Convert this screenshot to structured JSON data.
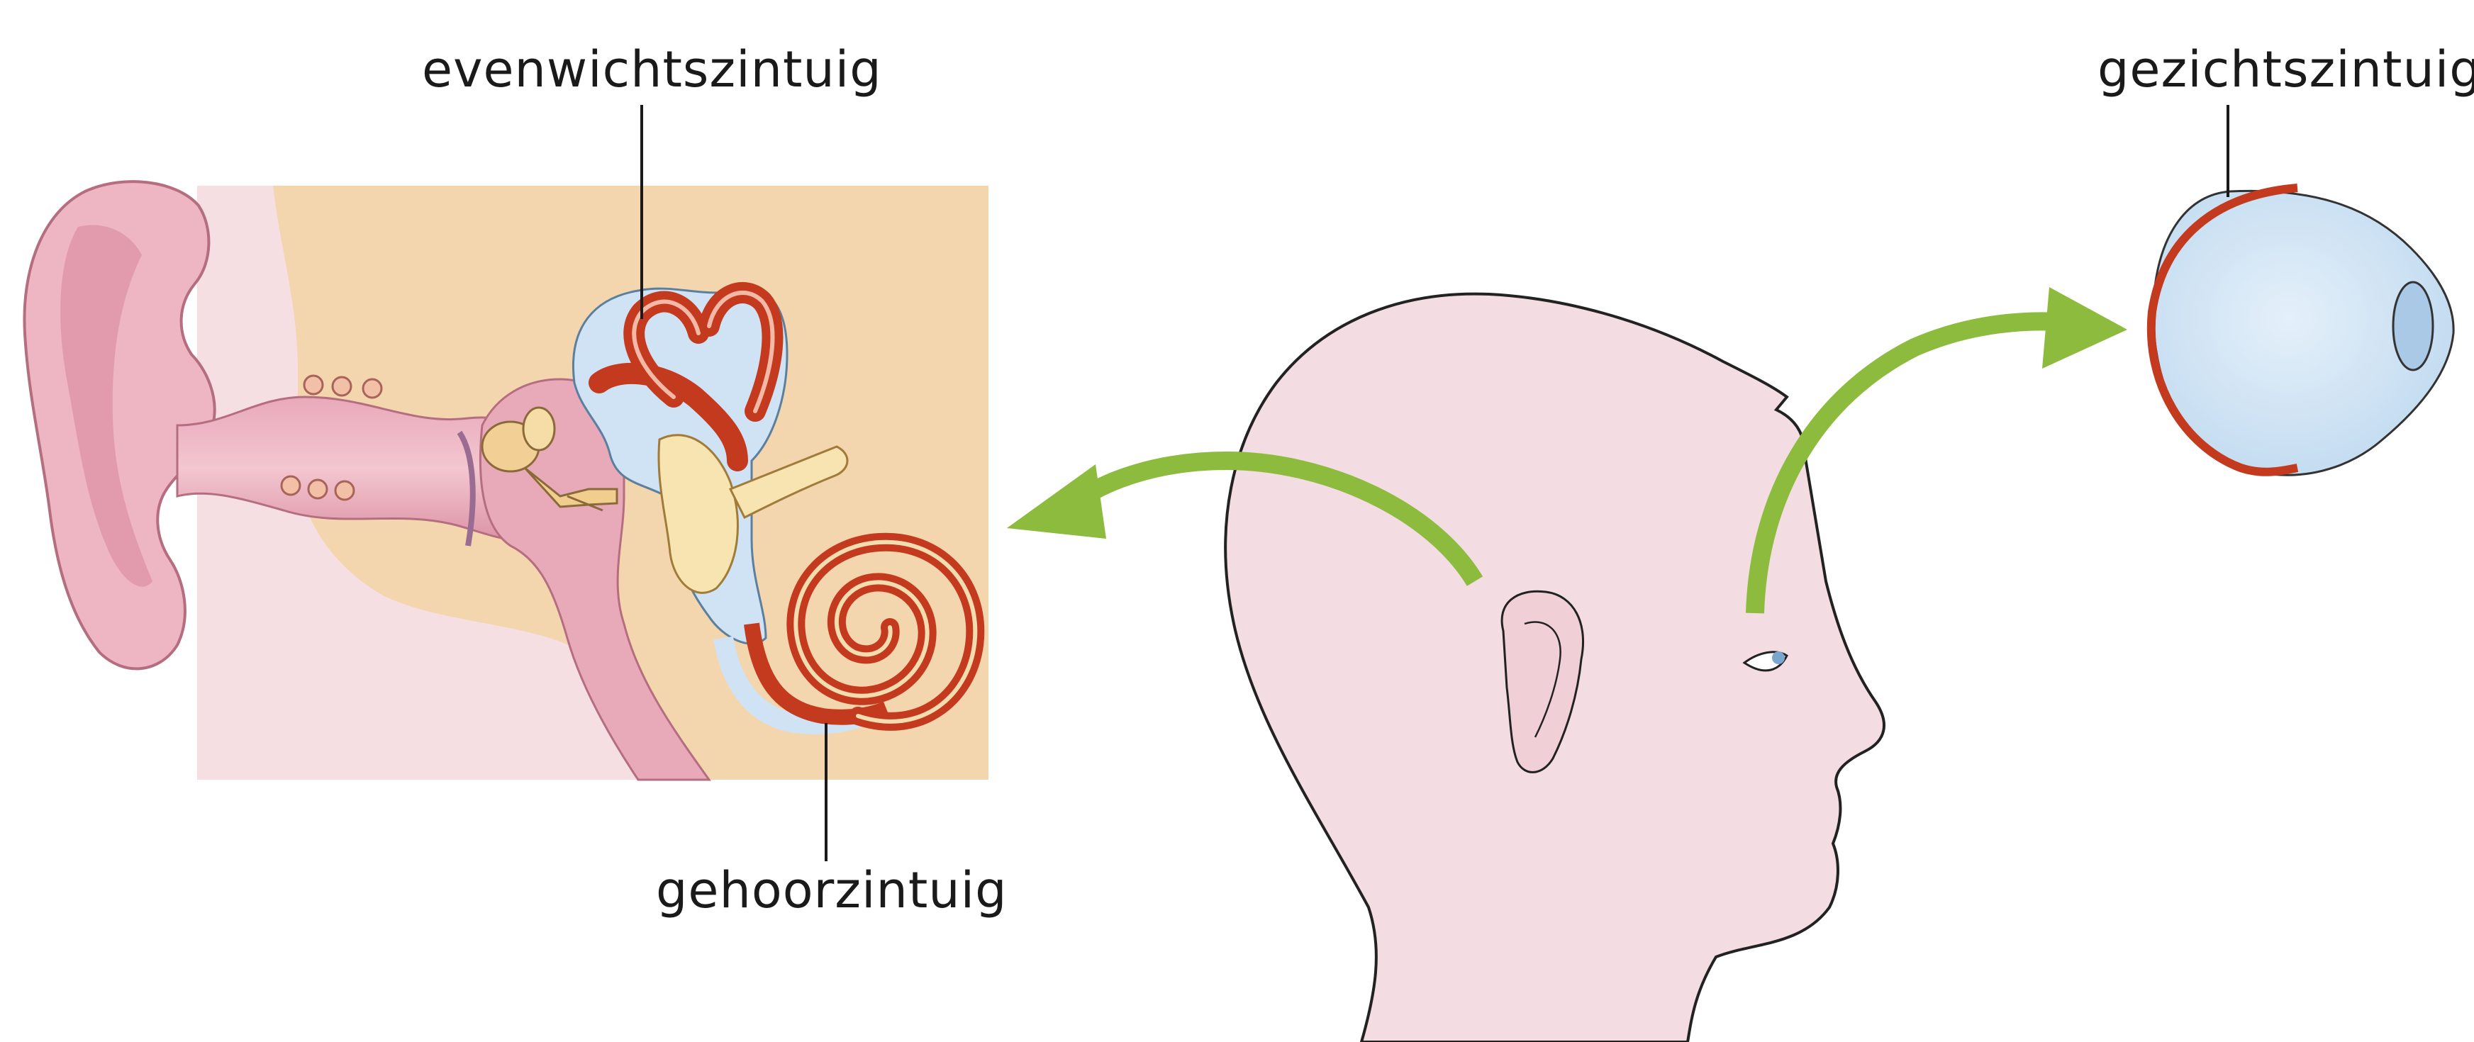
{
  "labels": {
    "balance": "evenwichtszintuig",
    "hearing": "gehoorzintuig",
    "vision": "gezichtszintuig"
  },
  "colors": {
    "skin": "#f3dde2",
    "ear_skin": "#eeb6c3",
    "ear_dark": "#d98ea0",
    "ear_bg": "#f3d7ad",
    "canal": "#e7a2b4",
    "fluid": "#cfe3f4",
    "organ_red": "#c43a1e",
    "nerve": "#f7e4b0",
    "eye_fill": "#cfe4f4",
    "eye_red": "#c43a1e",
    "arrow": "#8dbb3e",
    "outline": "#222222"
  }
}
